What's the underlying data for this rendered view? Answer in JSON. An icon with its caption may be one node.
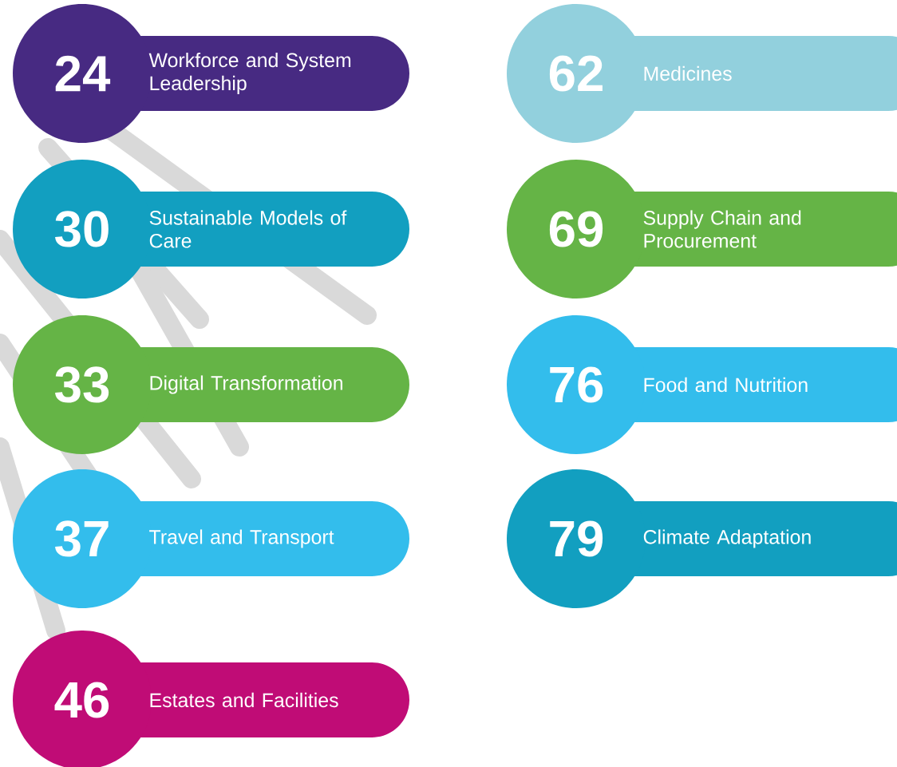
{
  "diagram": {
    "nodes": [
      {
        "text": [
          "24",
          "Workforce and System Leadership"
        ]
      },
      {
        "text": [
          "30",
          "Sustainable Models of Care"
        ]
      },
      {
        "text": [
          "33",
          "Digital Transformation"
        ]
      },
      {
        "text": [
          "37",
          "Travel and Transport"
        ]
      },
      {
        "text": [
          "46",
          "Estates and Facilities"
        ]
      },
      {
        "text": [
          "62",
          "Medicines"
        ]
      },
      {
        "text": [
          "69",
          "Supply Chain and Procurement"
        ]
      },
      {
        "text": [
          "76",
          "Food and Nutrition"
        ]
      },
      {
        "text": [
          "79",
          "Climate Adaptation"
        ]
      }
    ]
  }
}
